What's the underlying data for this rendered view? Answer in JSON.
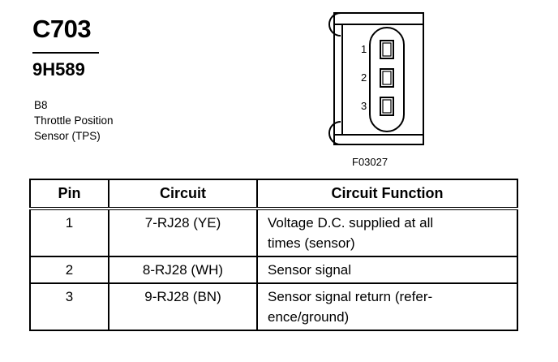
{
  "connector": {
    "id": "C703",
    "part_number": "9H589",
    "location": "B8",
    "description_lines": [
      "Throttle Position",
      "Sensor (TPS)"
    ]
  },
  "diagram": {
    "pin_labels": [
      "1",
      "2",
      "3"
    ],
    "figure_code": "F03027"
  },
  "table": {
    "headers": {
      "pin": "Pin",
      "circuit": "Circuit",
      "function": "Circuit Function"
    },
    "rows": [
      {
        "pin": "1",
        "circuit": "7-RJ28 (YE)",
        "function_lines": [
          "Voltage D.C. supplied at all",
          "times (sensor)"
        ]
      },
      {
        "pin": "2",
        "circuit": "8-RJ28 (WH)",
        "function_lines": [
          "Sensor signal"
        ]
      },
      {
        "pin": "3",
        "circuit": "9-RJ28 (BN)",
        "function_lines": [
          "Sensor signal return (refer-",
          "ence/ground)"
        ]
      }
    ]
  }
}
